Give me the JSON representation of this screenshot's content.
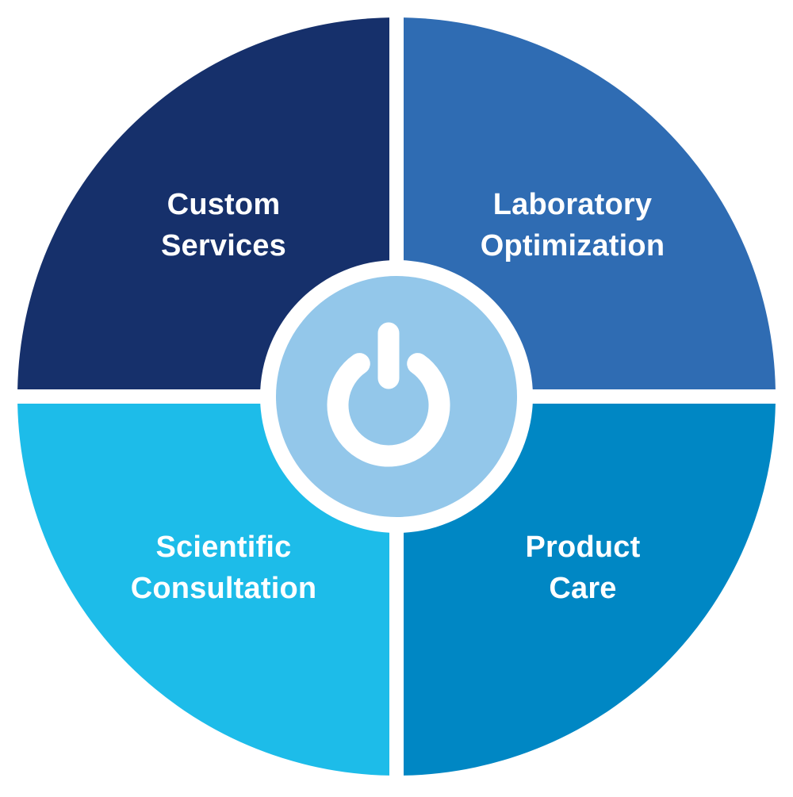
{
  "diagram": {
    "quadrants": [
      {
        "id": "top-left",
        "lines": [
          "Custom",
          "Services"
        ],
        "color": "#16306b"
      },
      {
        "id": "top-right",
        "lines": [
          "Laboratory",
          "Optimization"
        ],
        "color": "#2f6cb3"
      },
      {
        "id": "bottom-left",
        "lines": [
          "Scientific",
          "Consultation"
        ],
        "color": "#1dbce9"
      },
      {
        "id": "bottom-right",
        "lines": [
          "Product",
          "Care"
        ],
        "color": "#0087c4"
      }
    ],
    "center": {
      "icon": "power-icon",
      "fill": "#93c7ea",
      "icon_color": "#ffffff"
    },
    "divider_color": "#ffffff"
  }
}
